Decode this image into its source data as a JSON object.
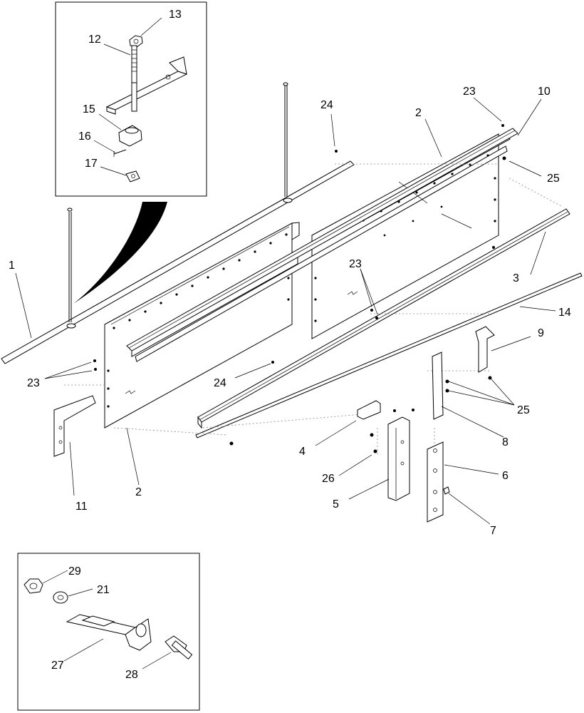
{
  "labels": {
    "l1": "1",
    "l2a": "2",
    "l2b": "2",
    "l3": "3",
    "l4": "4",
    "l5": "5",
    "l6": "6",
    "l7": "7",
    "l8": "8",
    "l9": "9",
    "l10": "10",
    "l11": "11",
    "l12": "12",
    "l13": "13",
    "l14": "14",
    "l15": "15",
    "l16": "16",
    "l17": "17",
    "l21": "21",
    "l23a": "23",
    "l23b": "23",
    "l23c": "23",
    "l24a": "24",
    "l24b": "24",
    "l25a": "25",
    "l25b": "25",
    "l26": "26",
    "l27": "27",
    "l28": "28",
    "l29": "29"
  },
  "colors": {
    "line": "#000000",
    "background": "#ffffff",
    "projection": "#888888"
  }
}
